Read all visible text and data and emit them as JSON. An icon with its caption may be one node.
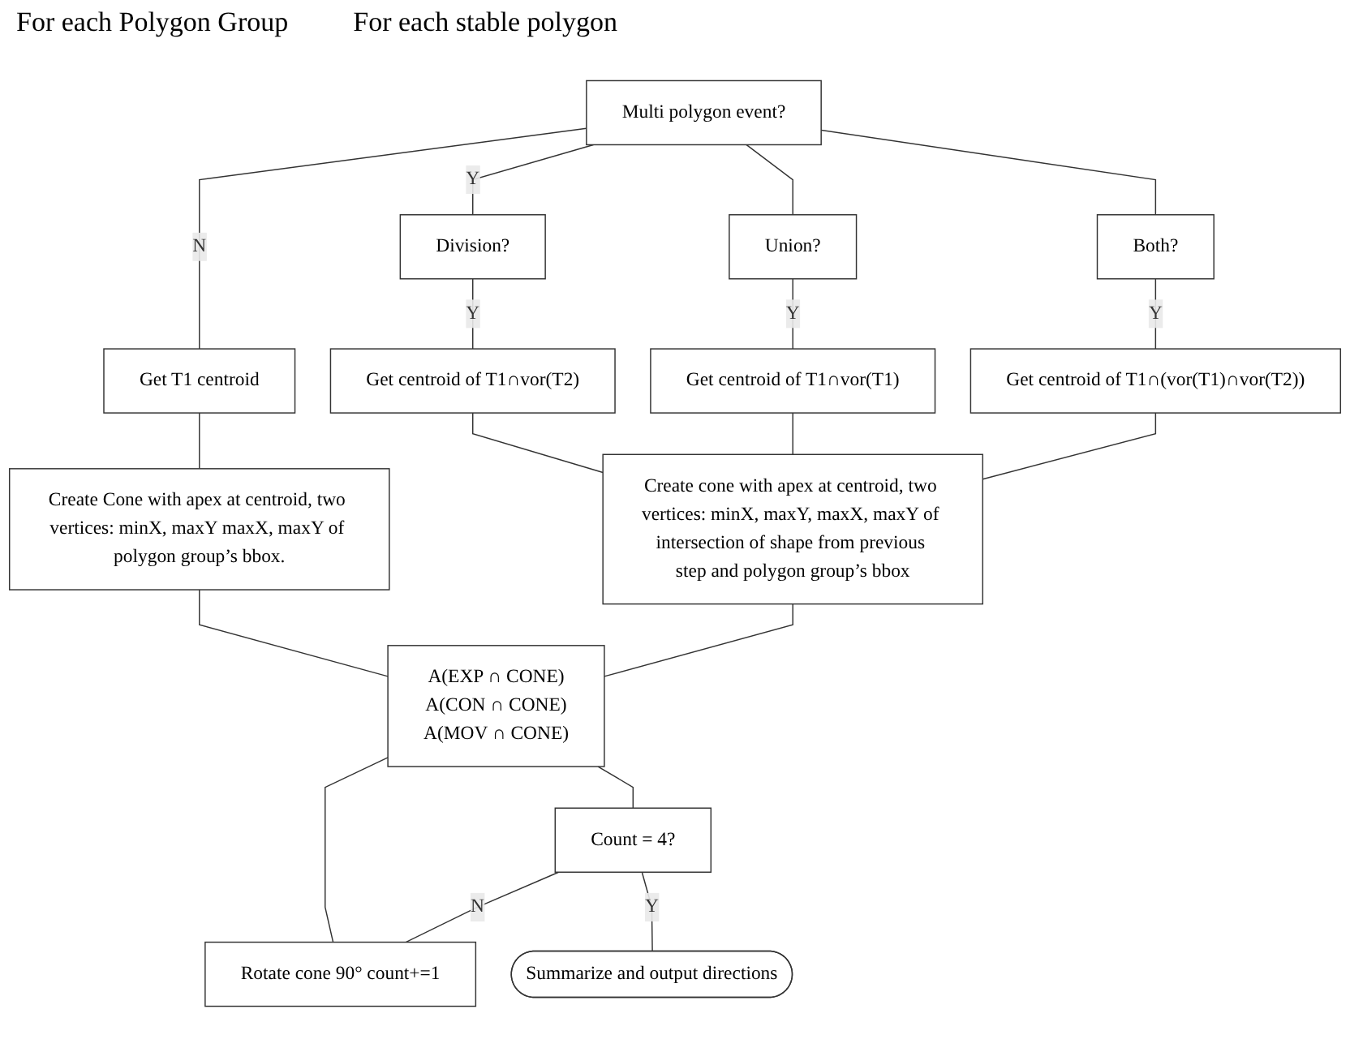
{
  "diagram": {
    "title": "For each Polygon Group",
    "nodes": [
      {
        "text": [
          "Multi polygon event?"
        ]
      },
      {
        "text": [
          "Get T1 centroid"
        ]
      },
      {
        "text": [
          "Create Cone with apex at centroid, two vertices: minX, maxY maxX, maxY of polygon group’s bbox."
        ]
      },
      {
        "text": [
          "Division?"
        ]
      },
      {
        "text": [
          "Union?"
        ]
      },
      {
        "text": [
          "Both?"
        ]
      },
      {
        "text": [
          "Get centroid of T1∩vor(T2)"
        ]
      },
      {
        "text": [
          "Get centroid of T1∩vor(T1)"
        ]
      },
      {
        "text": [
          "Get centroid of T1∩(vor(T1)∩vor(T2))"
        ]
      },
      {
        "text": [
          "Create cone with apex at centroid, two vertices: minX, maxY, maxX, maxY of intersection of shape from previous step and polygon group’s bbox"
        ]
      },
      {
        "text": [
          "A(EXP ∩ CONE)",
          "A(CON ∩ CONE)",
          "A(MOV ∩ CONE)"
        ]
      },
      {
        "text": [
          "Rotate cone 90° count+=1"
        ]
      },
      {
        "text": [
          "Count = 4?"
        ]
      },
      {
        "text": [
          "Summarize and output directions"
        ]
      }
    ],
    "edges": [
      {
        "from": 0,
        "to": 1,
        "arrow": "none",
        "label": "N"
      },
      {
        "from": 0,
        "to": 3,
        "arrow": "none",
        "label": "Y"
      },
      {
        "from": 0,
        "to": 4,
        "arrow": "none"
      },
      {
        "from": 0,
        "to": 5,
        "arrow": "none"
      },
      {
        "from": 3,
        "to": 6,
        "arrow": "none",
        "label": "Y"
      },
      {
        "from": 4,
        "to": 7,
        "arrow": "none",
        "label": "Y"
      },
      {
        "from": 5,
        "to": 8,
        "arrow": "none",
        "label": "Y"
      },
      {
        "from": 1,
        "to": 2,
        "arrow": "none"
      },
      {
        "from": 6,
        "to": 9,
        "arrow": "none"
      },
      {
        "from": 7,
        "to": 9,
        "arrow": "none"
      },
      {
        "from": 8,
        "to": 9,
        "arrow": "none"
      },
      {
        "from": 2,
        "to": 10,
        "arrow": "none"
      },
      {
        "from": 9,
        "to": 10,
        "arrow": "none"
      },
      {
        "from": 10,
        "to": 11,
        "arrow": "none"
      },
      {
        "from": 10,
        "to": 12,
        "arrow": "none"
      },
      {
        "from": 12,
        "to": 11,
        "arrow": "none",
        "label": "N"
      },
      {
        "from": 12,
        "to": 13,
        "arrow": "none",
        "label": "Y"
      }
    ],
    "labels": [
      "For each stable polygon"
    ]
  }
}
